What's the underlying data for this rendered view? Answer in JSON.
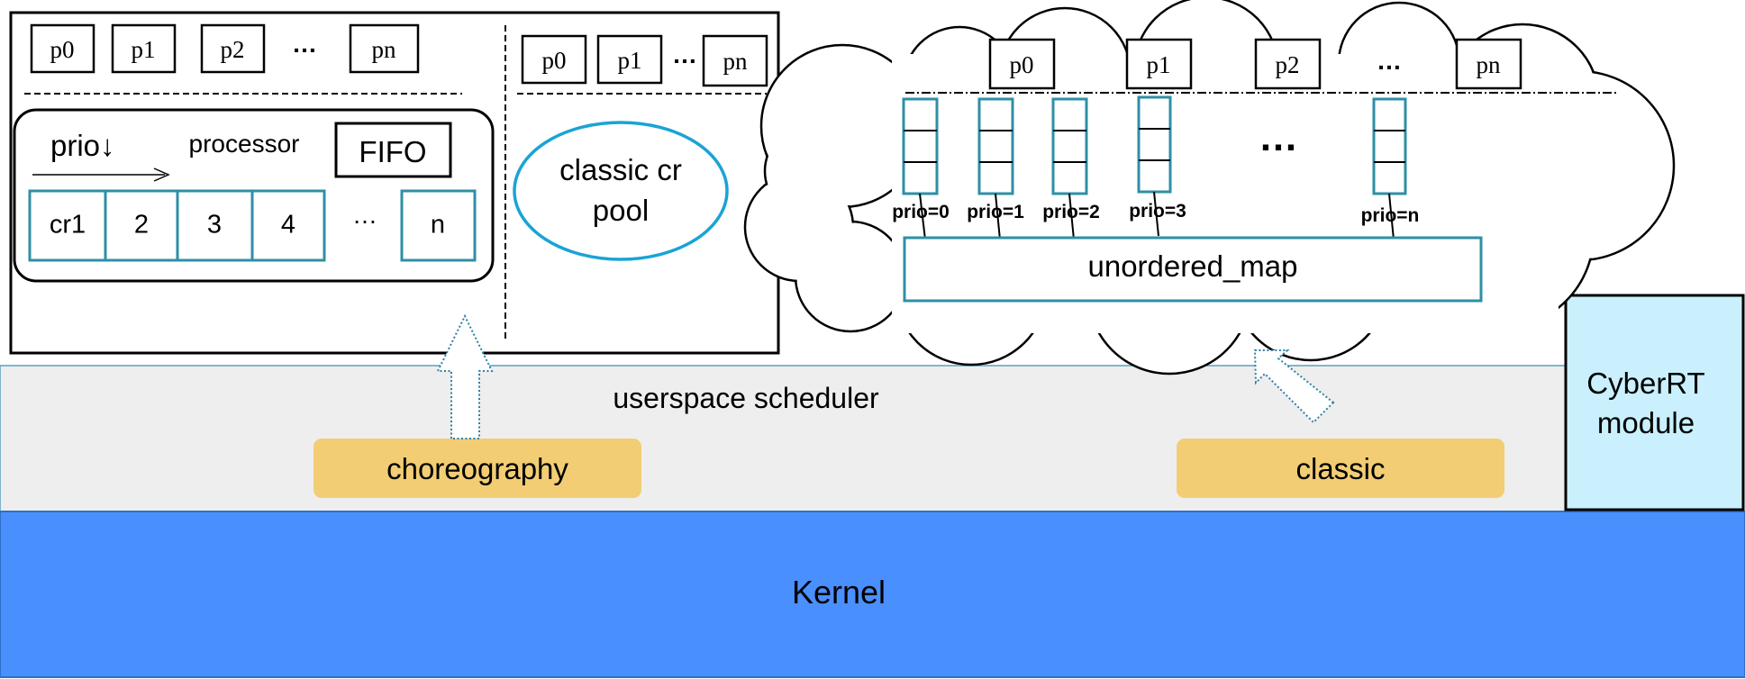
{
  "kernel": {
    "label": "Kernel"
  },
  "userspace": {
    "label": "userspace scheduler"
  },
  "module": {
    "line1": "CyberRT",
    "line2": "module"
  },
  "policies": {
    "choreography": "choreography",
    "classic": "classic"
  },
  "choreography_panel": {
    "processors": [
      "p0",
      "p1",
      "p2",
      "…",
      "pn"
    ],
    "prio_label": "prio↓",
    "processor_label": "processor",
    "fifo_label": "FIFO",
    "queue": [
      "cr1",
      "2",
      "3",
      "4",
      "…",
      "n"
    ],
    "pool_processors": [
      "p0",
      "p1",
      "…",
      "pn"
    ],
    "pool_line1": "classic cr",
    "pool_line2": "pool"
  },
  "classic_panel": {
    "processors": [
      "p0",
      "p1",
      "p2",
      "…",
      "pn"
    ],
    "prio_labels": [
      "prio=0",
      "prio=1",
      "prio=2",
      "prio=3",
      "prio=n"
    ],
    "ellipsis": "…",
    "map_label": "unordered_map"
  },
  "colors": {
    "kernel": "#4a8ffe",
    "userspace": "#eeeeee",
    "policy": "#f2cd74",
    "module": "#c9f0fc",
    "queue_border": "#2e8fa6",
    "pool_border": "#1aa3d6"
  }
}
